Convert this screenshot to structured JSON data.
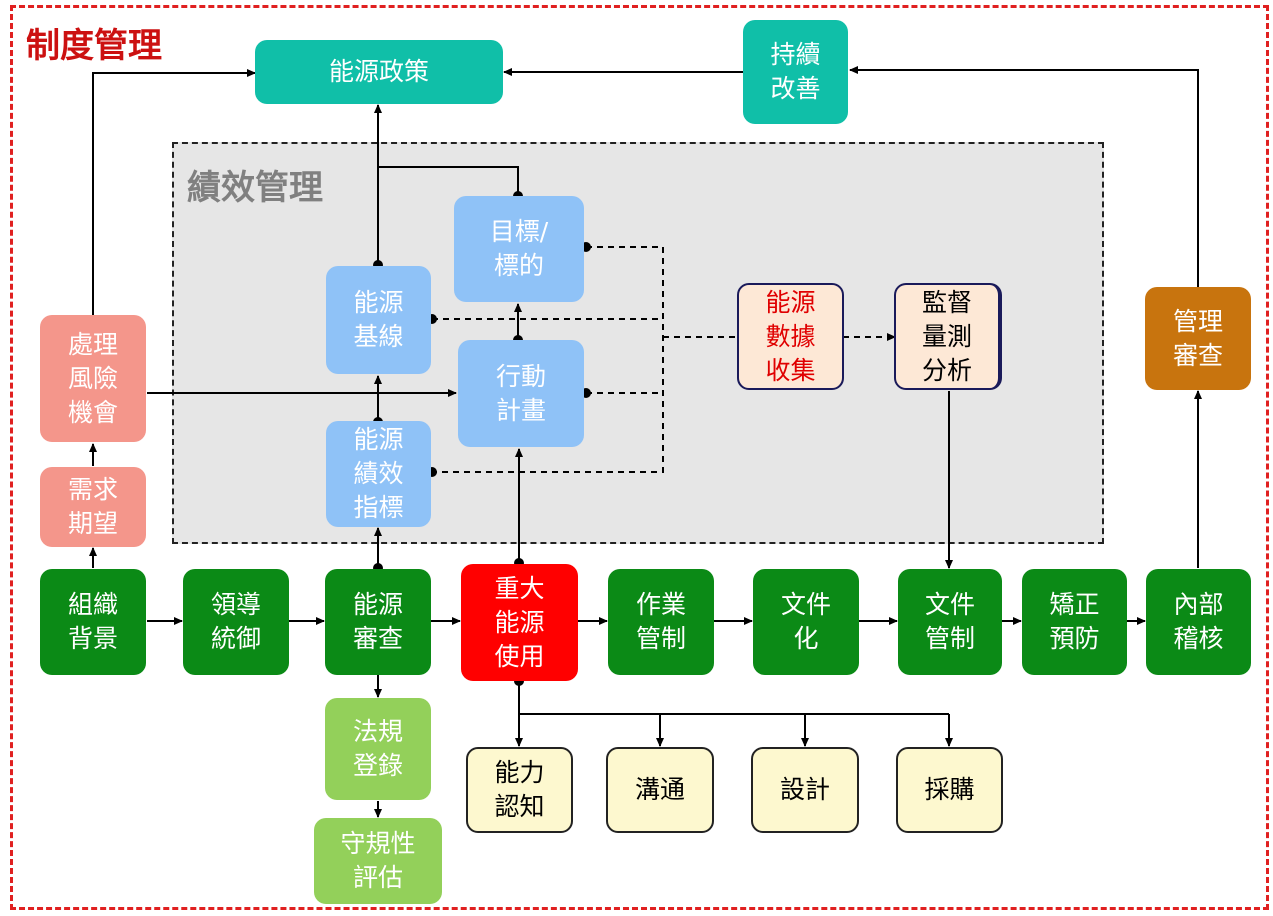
{
  "title": "制度管理",
  "performance_area_title": "績效管理",
  "nodes": {
    "energy_policy": "能源政策",
    "continual_improvement": "持續\n改善",
    "objectives_targets": "目標/\n標的",
    "energy_baseline": "能源\n基線",
    "action_plan": "行動\n計畫",
    "enpi": "能源\n績效\n指標",
    "energy_data_collection": "能源\n數據\n收集",
    "monitoring_measurement": "監督\n量測\n分析",
    "management_review": "管理\n審查",
    "risks_opportunities": "處理\n風險\n機會",
    "needs_expectations": "需求\n期望",
    "organization_context": "組織\n背景",
    "leadership": "領導\n統御",
    "energy_review": "能源\n審查",
    "significant_energy_use": "重大\n能源\n使用",
    "operational_control": "作業\n管制",
    "documentation": "文件\n化",
    "document_control": "文件\n管制",
    "corrective_preventive": "矯正\n預防",
    "internal_audit": "內部\n稽核",
    "legal_registration": "法規\n登錄",
    "compliance_evaluation": "守規性\n評估",
    "competence_awareness": "能力\n認知",
    "communication": "溝通",
    "design": "設計",
    "procurement": "採購"
  },
  "colors": {
    "frame": "#e02020",
    "title": "#cc1111",
    "teal": "#10bfa8",
    "blue": "#8fc2f7",
    "pink": "#f4968b",
    "dark_green": "#0b8a16",
    "light_green": "#93d05a",
    "red": "#ff0000",
    "cream": "#fdf8cf",
    "peach": "#fde8d6",
    "orange": "#c8740e",
    "highlight_text": "#e00000"
  }
}
